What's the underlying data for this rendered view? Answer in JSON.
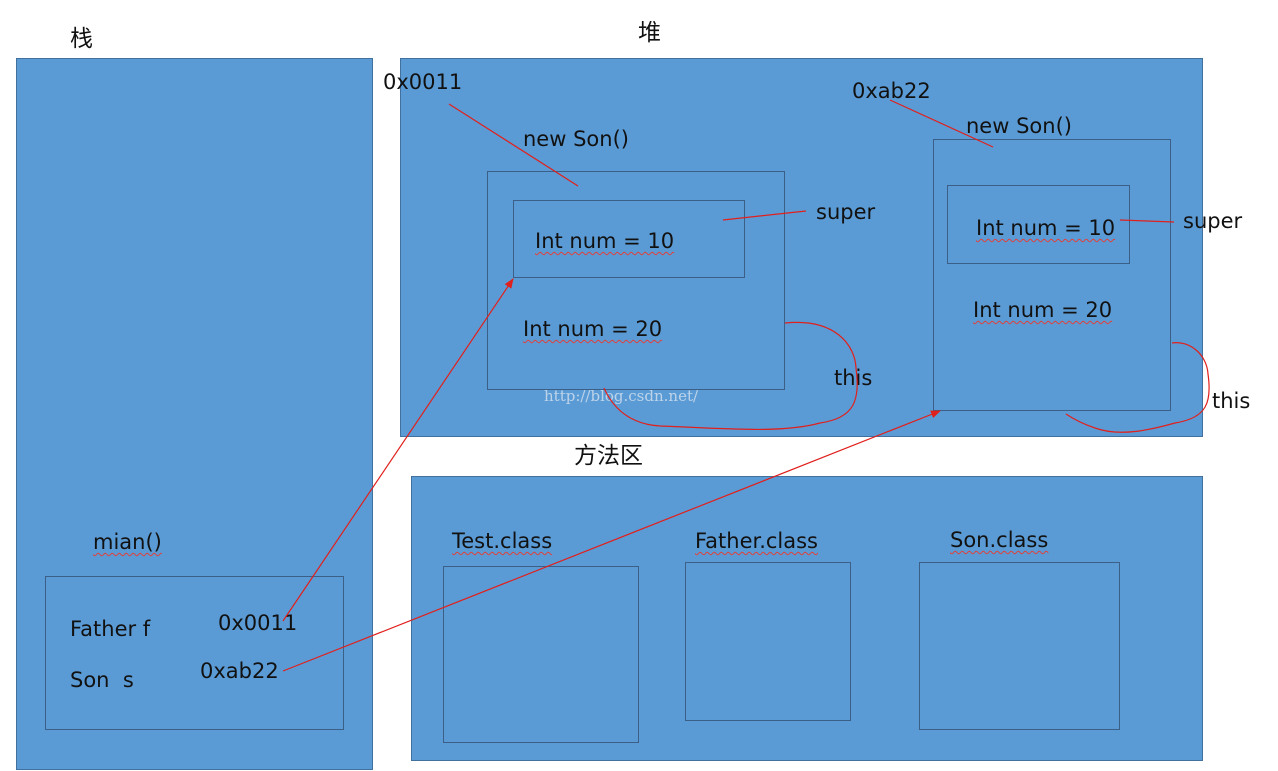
{
  "stack": {
    "title": "栈",
    "frame": "mian()",
    "vars": [
      {
        "name": "Father f",
        "value": "0x0011"
      },
      {
        "name": "Son  s",
        "value": "0xab22"
      }
    ]
  },
  "heap": {
    "title": "堆",
    "objects": [
      {
        "address": "0x0011",
        "ctor": "new Son()",
        "super_field": "Int num = 10",
        "field": "Int num = 20",
        "super_label": "super",
        "this_label": "this"
      },
      {
        "address": "0xab22",
        "ctor": "new Son()",
        "super_field": "Int num = 10",
        "field": "Int num = 20",
        "super_label": "super",
        "this_label": "this"
      }
    ]
  },
  "method_area": {
    "title": "方法区",
    "classes": [
      "Test.class",
      "Father.class",
      "Son.class"
    ]
  },
  "watermark": "http://blog.csdn.net/",
  "colors": {
    "region_fill": "#5b9bd5",
    "arrow": "#e0201c"
  }
}
